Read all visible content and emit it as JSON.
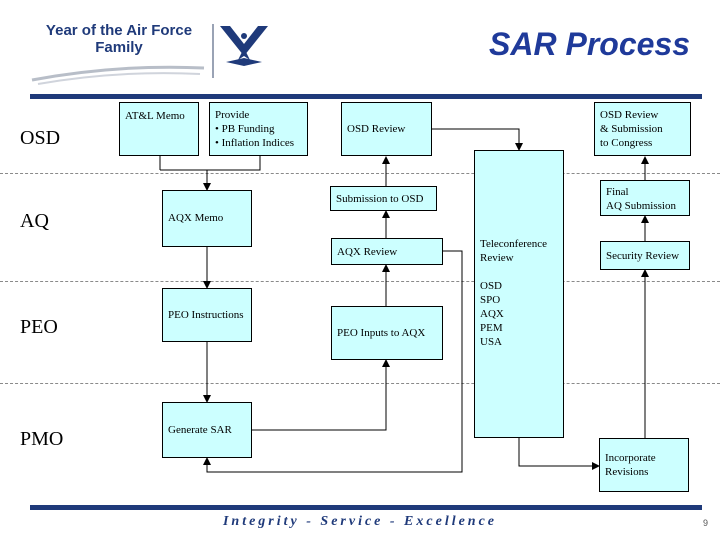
{
  "header": {
    "logo_text": "Year of the Air Force Family",
    "title": "SAR Process"
  },
  "rows": {
    "osd": "OSD",
    "aq": "AQ",
    "peo": "PEO",
    "pmo": "PMO"
  },
  "boxes": {
    "atl_memo": "AT&L Memo",
    "provide": [
      "Provide",
      "•  PB Funding",
      "•  Inflation Indices"
    ],
    "osd_review": "OSD Review",
    "osd_review_submission": [
      "OSD Review",
      "& Submission",
      "to Congress"
    ],
    "aqx_memo": "AQX Memo",
    "submission_to_osd": "Submission to OSD",
    "aqx_review": "AQX Review",
    "teleconference": [
      "Teleconference",
      "Review",
      "",
      "OSD",
      "SPO",
      "AQX",
      "PEM",
      "USA"
    ],
    "final_aq_submission": [
      "Final",
      "AQ Submission"
    ],
    "security_review": "Security Review",
    "peo_instructions": "PEO Instructions",
    "peo_inputs": "PEO Inputs to AQX",
    "generate_sar": "Generate SAR",
    "incorporate_revisions": [
      "Incorporate",
      "Revisions"
    ]
  },
  "footer": {
    "motto": "Integrity - Service - Excellence",
    "page_number": "9"
  },
  "colors": {
    "box_fill": "#ccffff",
    "brand_blue": "#1f3a7a",
    "title_blue": "#1f3a9a"
  }
}
